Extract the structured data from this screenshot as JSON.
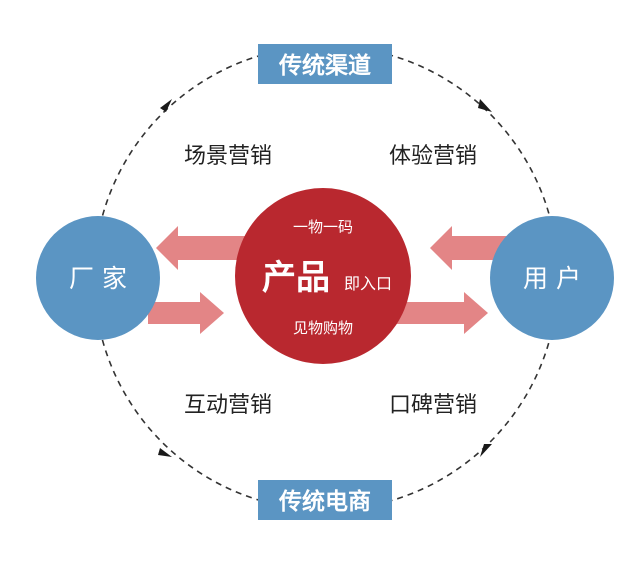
{
  "banners": {
    "top": "传统渠道",
    "bottom": "传统电商"
  },
  "nodes": {
    "left": "厂 家",
    "right": "用 户"
  },
  "center": {
    "title": "产品",
    "top_text": "一物一码",
    "side_text": "即入口",
    "bottom_text": "见物购物"
  },
  "marketing": {
    "top_left": "场景营销",
    "top_right": "体验营销",
    "bottom_left": "互动营销",
    "bottom_right": "口碑营销"
  },
  "colors": {
    "blue_node": "#5b95c3",
    "center_red": "#b9282f",
    "arrow_pink": "#e38586",
    "banner_blue": "#5b95c3",
    "dashed_circle": "#333333"
  }
}
